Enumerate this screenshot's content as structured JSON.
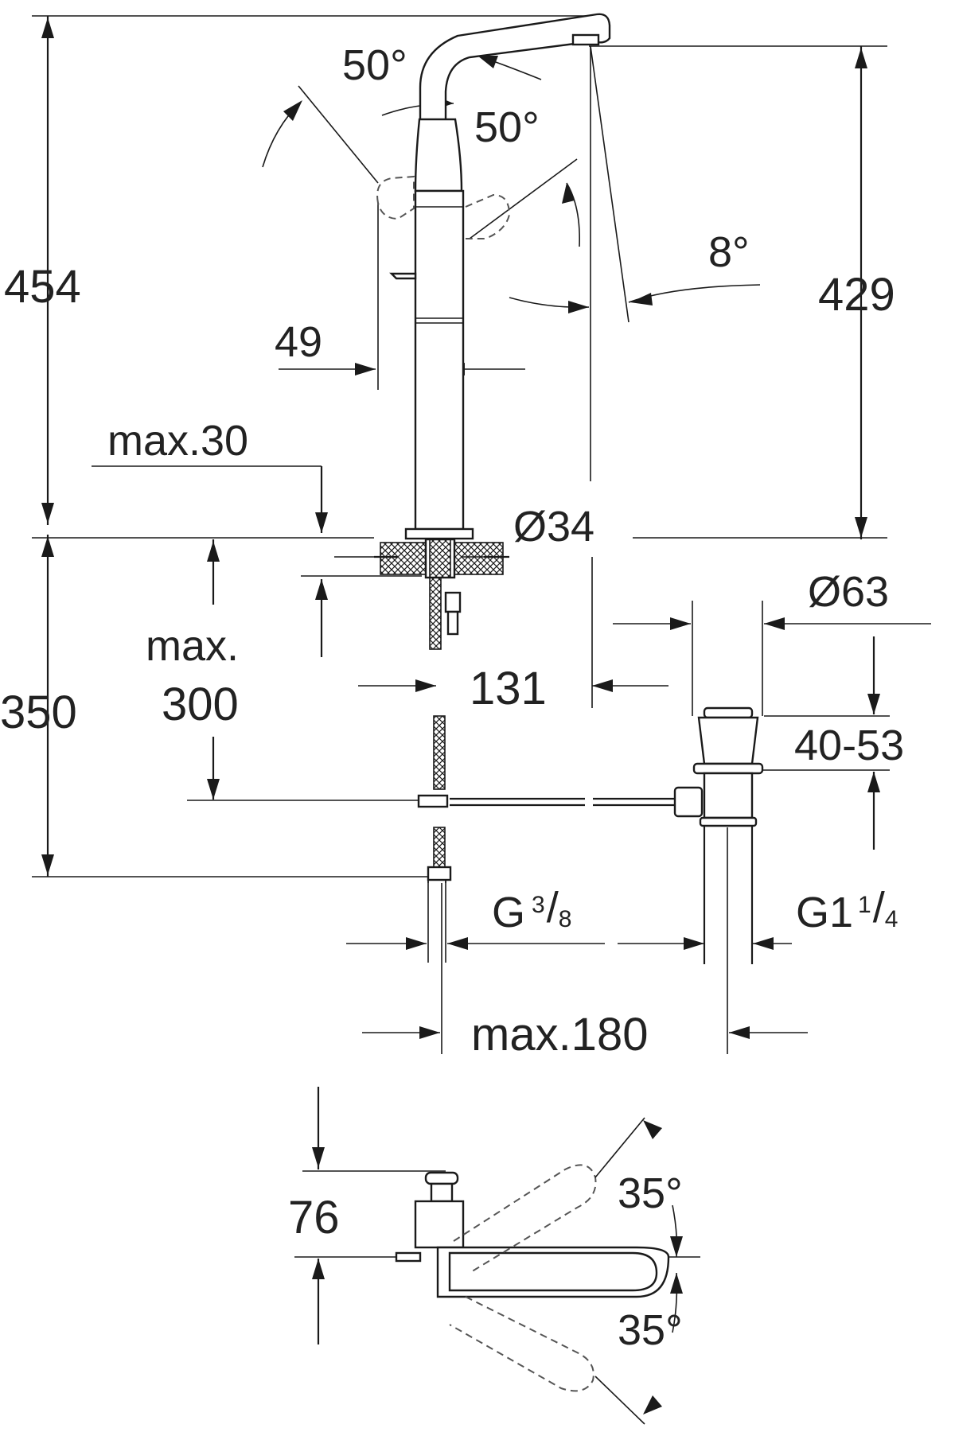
{
  "labels": {
    "overall_height": "454",
    "spout_height": "429",
    "spout_swivel_angle": "50°",
    "lever_angle": "50°",
    "spout_tilt": "8°",
    "lever_length": "49",
    "max_deck": "max.30",
    "base_diameter": "Ø34",
    "waste_diameter": "Ø63",
    "below_deck": "350",
    "max_word": "max.",
    "max_value": "300",
    "waste_offset": "131",
    "waste_height": "40-53",
    "supply_thread_main": "G",
    "supply_thread_num": "3",
    "supply_thread_den": "8",
    "waste_thread_main": "G1",
    "waste_thread_num": "1",
    "waste_thread_den": "4",
    "max_distance": "max.180",
    "plan_depth": "76",
    "plan_angle_top": "35°",
    "plan_angle_bottom": "35°"
  }
}
